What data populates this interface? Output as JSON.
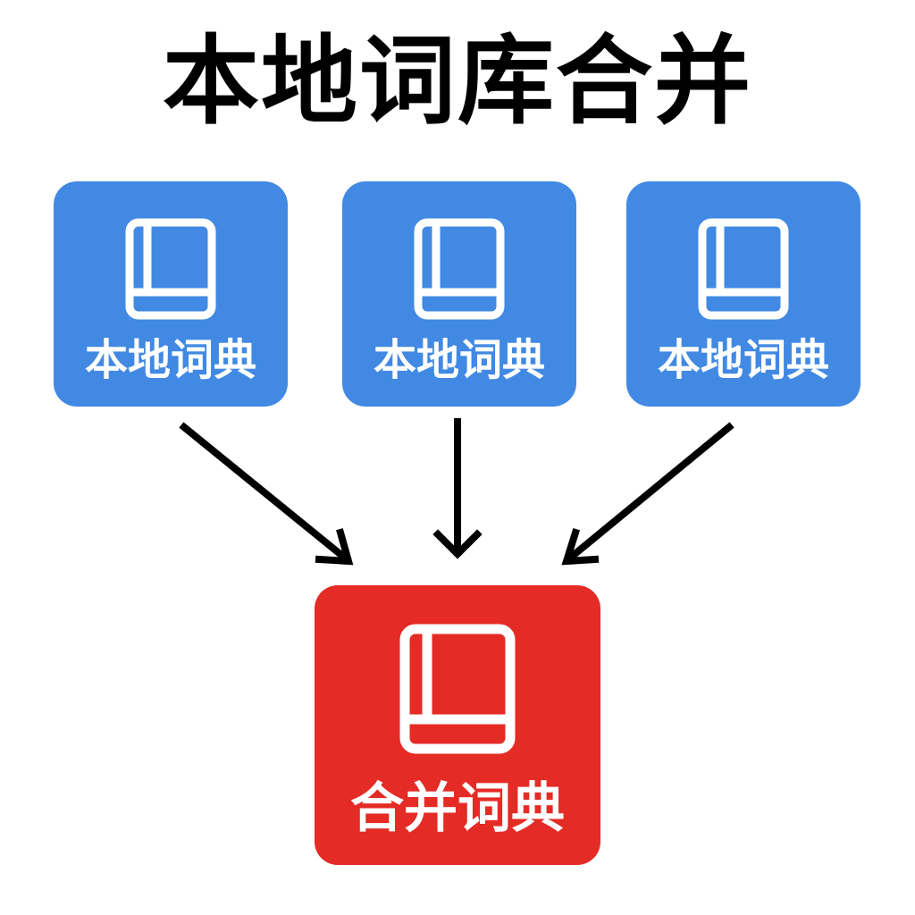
{
  "title": "本地词库合并",
  "sources": [
    {
      "label": "本地词典"
    },
    {
      "label": "本地词典"
    },
    {
      "label": "本地词典"
    }
  ],
  "target": {
    "label": "合并词典"
  },
  "icons": {
    "node_icon": "book-icon"
  },
  "colors": {
    "source_fill": "#4189E3",
    "target_fill": "#E52B25",
    "arrow": "#000000",
    "text_on_node": "#FFFFFF",
    "title_text": "#000000"
  }
}
